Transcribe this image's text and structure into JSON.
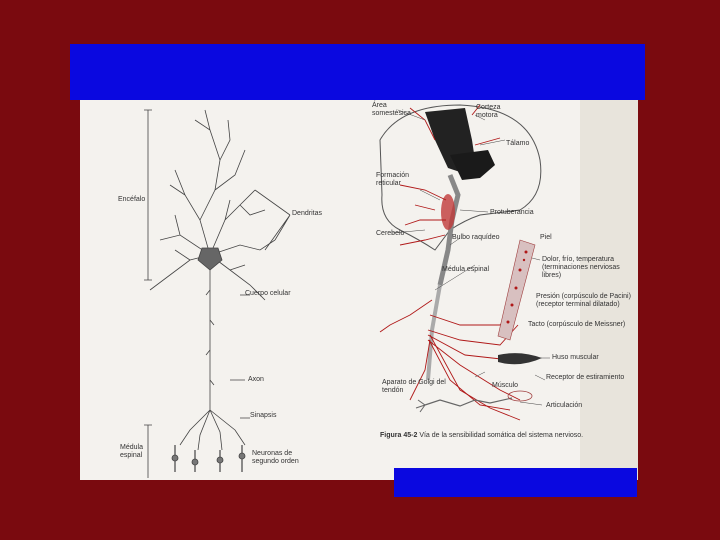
{
  "colors": {
    "background": "#7a0a0f",
    "title_bar": "#0a08e0",
    "bottom_bar": "#0a08e0",
    "figure_paper": "#f4f2ee",
    "pathway_red": "#b01818"
  },
  "figure": {
    "neuron_labels": {
      "encefalo": "Encéfalo",
      "dendritas": "Dendritas",
      "cuerpo_celular": "Cuerpo celular",
      "axon": "Axon",
      "sinapsis": "Sinapsis",
      "medula_espinal": "Médula espinal",
      "neuronas_segundo_orden": "Neuronas de segundo orden"
    },
    "pathway_labels": {
      "area_somestesica": "Área somestésica",
      "corteza_motora": "Corteza motora",
      "talamo": "Tálamo",
      "formacion_reticular": "Formación reticular",
      "protuberancia": "Protuberancia",
      "cerebelo": "Cerebelo",
      "bulbo_raquideo": "Bulbo raquídeo",
      "piel": "Piel",
      "medula_espinal": "Médula espinal",
      "dolor": "Dolor, frío, temperatura (terminaciones nerviosas libres)",
      "presion": "Presión (corpúsculo de Pacini) (receptor terminal dilatado)",
      "tacto": "Tacto (corpúsculo de Meissner)",
      "huso": "Huso muscular",
      "receptor_estiramiento": "Receptor de estiramiento",
      "aparato_golgi": "Aparato de Golgi del tendón",
      "musculo": "Músculo",
      "articulacion": "Articulación"
    },
    "caption_number": "Figura 45-2",
    "caption_text": "Vía de la sensibilidad somática del sistema nervioso."
  }
}
